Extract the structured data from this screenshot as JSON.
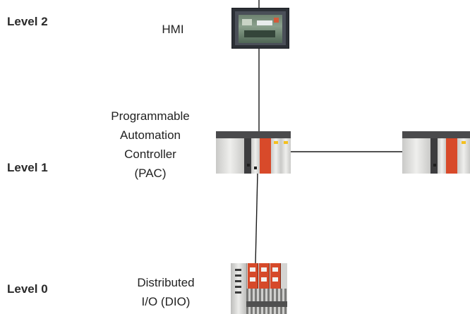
{
  "levels": {
    "level2": "Level 2",
    "level1": "Level 1",
    "level0": "Level 0"
  },
  "devices": {
    "hmi_lines": [
      "HMI"
    ],
    "pac_lines": [
      "Programmable",
      "Automation",
      "Controller",
      "(PAC)"
    ],
    "dio_lines": [
      "Distributed",
      "I/O (DIO)"
    ]
  },
  "colors": {
    "wire": "#1a1a1a",
    "module_red": "#d84a2a"
  },
  "icons": [
    "hmi-panel-image",
    "pac-rack-image",
    "remote-pac-rack-image",
    "dio-module-image"
  ]
}
